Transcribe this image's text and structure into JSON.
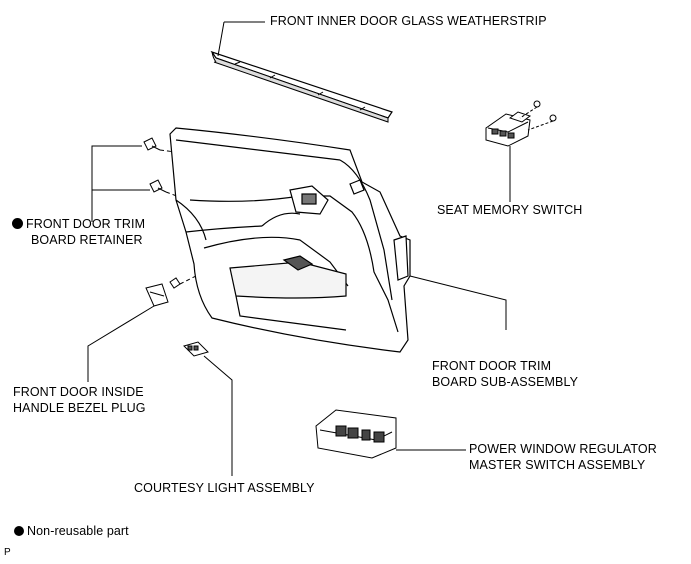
{
  "labels": {
    "weatherstrip": "FRONT INNER DOOR GLASS WEATHERSTRIP",
    "seat_memory_switch": "SEAT MEMORY SWITCH",
    "retainer_line1": "FRONT DOOR TRIM",
    "retainer_line2": "BOARD RETAINER",
    "trim_board_line1": "FRONT DOOR TRIM",
    "trim_board_line2": "BOARD SUB-ASSEMBLY",
    "bezel_plug_line1": "FRONT DOOR INSIDE",
    "bezel_plug_line2": "HANDLE BEZEL PLUG",
    "power_window_line1": "POWER WINDOW REGULATOR",
    "power_window_line2": "MASTER SWITCH ASSEMBLY",
    "courtesy_light": "COURTESY LIGHT ASSEMBLY"
  },
  "legend": {
    "non_reusable": "Non-reusable part"
  },
  "page_code": "P"
}
